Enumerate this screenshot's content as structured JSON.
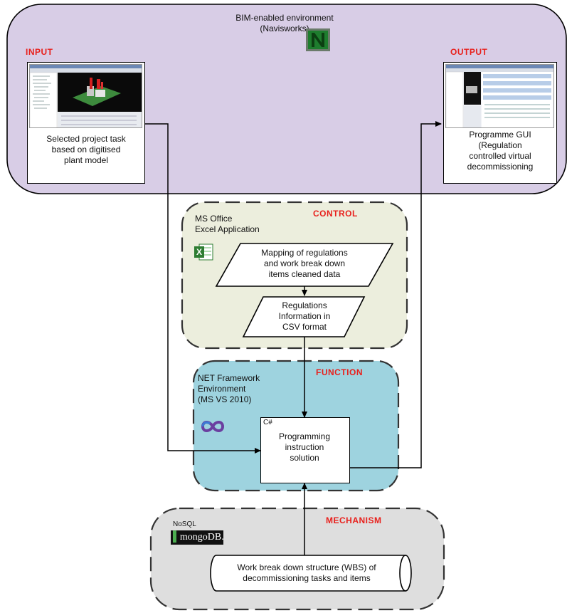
{
  "bim": {
    "title_line1": "BIM-enabled environment",
    "title_line2": "(Navisworks)",
    "input_label": "INPUT",
    "output_label": "OUTPUT",
    "input_caption": [
      "Selected project task",
      "based on digitised",
      "plant model"
    ],
    "output_caption": [
      "Programme GUI",
      "(Regulation",
      "controlled virtual",
      "decommissioning"
    ]
  },
  "control": {
    "label": "CONTROL",
    "app_line1": "MS Office",
    "app_line2": "Excel Application",
    "mapping_lines": [
      "Mapping of regulations",
      "and work break down",
      "items cleaned data"
    ],
    "csv_lines": [
      "Regulations",
      "Information in",
      "CSV format"
    ]
  },
  "function": {
    "label": "FUNCTION",
    "env_line1": "NET Framework",
    "env_line2": "Environment",
    "env_line3": "(MS VS 2010)",
    "lang": "C#",
    "prog_lines": [
      "Programming",
      "instruction",
      "solution"
    ]
  },
  "mechanism": {
    "label": "MECHANISM",
    "db_type": "NoSQL",
    "db_logo": "mongoDB.",
    "wbs_lines": [
      "Work break down structure (WBS) of",
      "decommissioning tasks and items"
    ]
  },
  "colors": {
    "bim_bg": "#d8cde6",
    "control_bg": "#eceedd",
    "function_bg": "#9ed3df",
    "mechanism_bg": "#dedede",
    "label_red": "#e8201c"
  },
  "icons": [
    "navisworks-icon",
    "excel-icon",
    "visual-studio-icon",
    "mongodb-logo"
  ]
}
